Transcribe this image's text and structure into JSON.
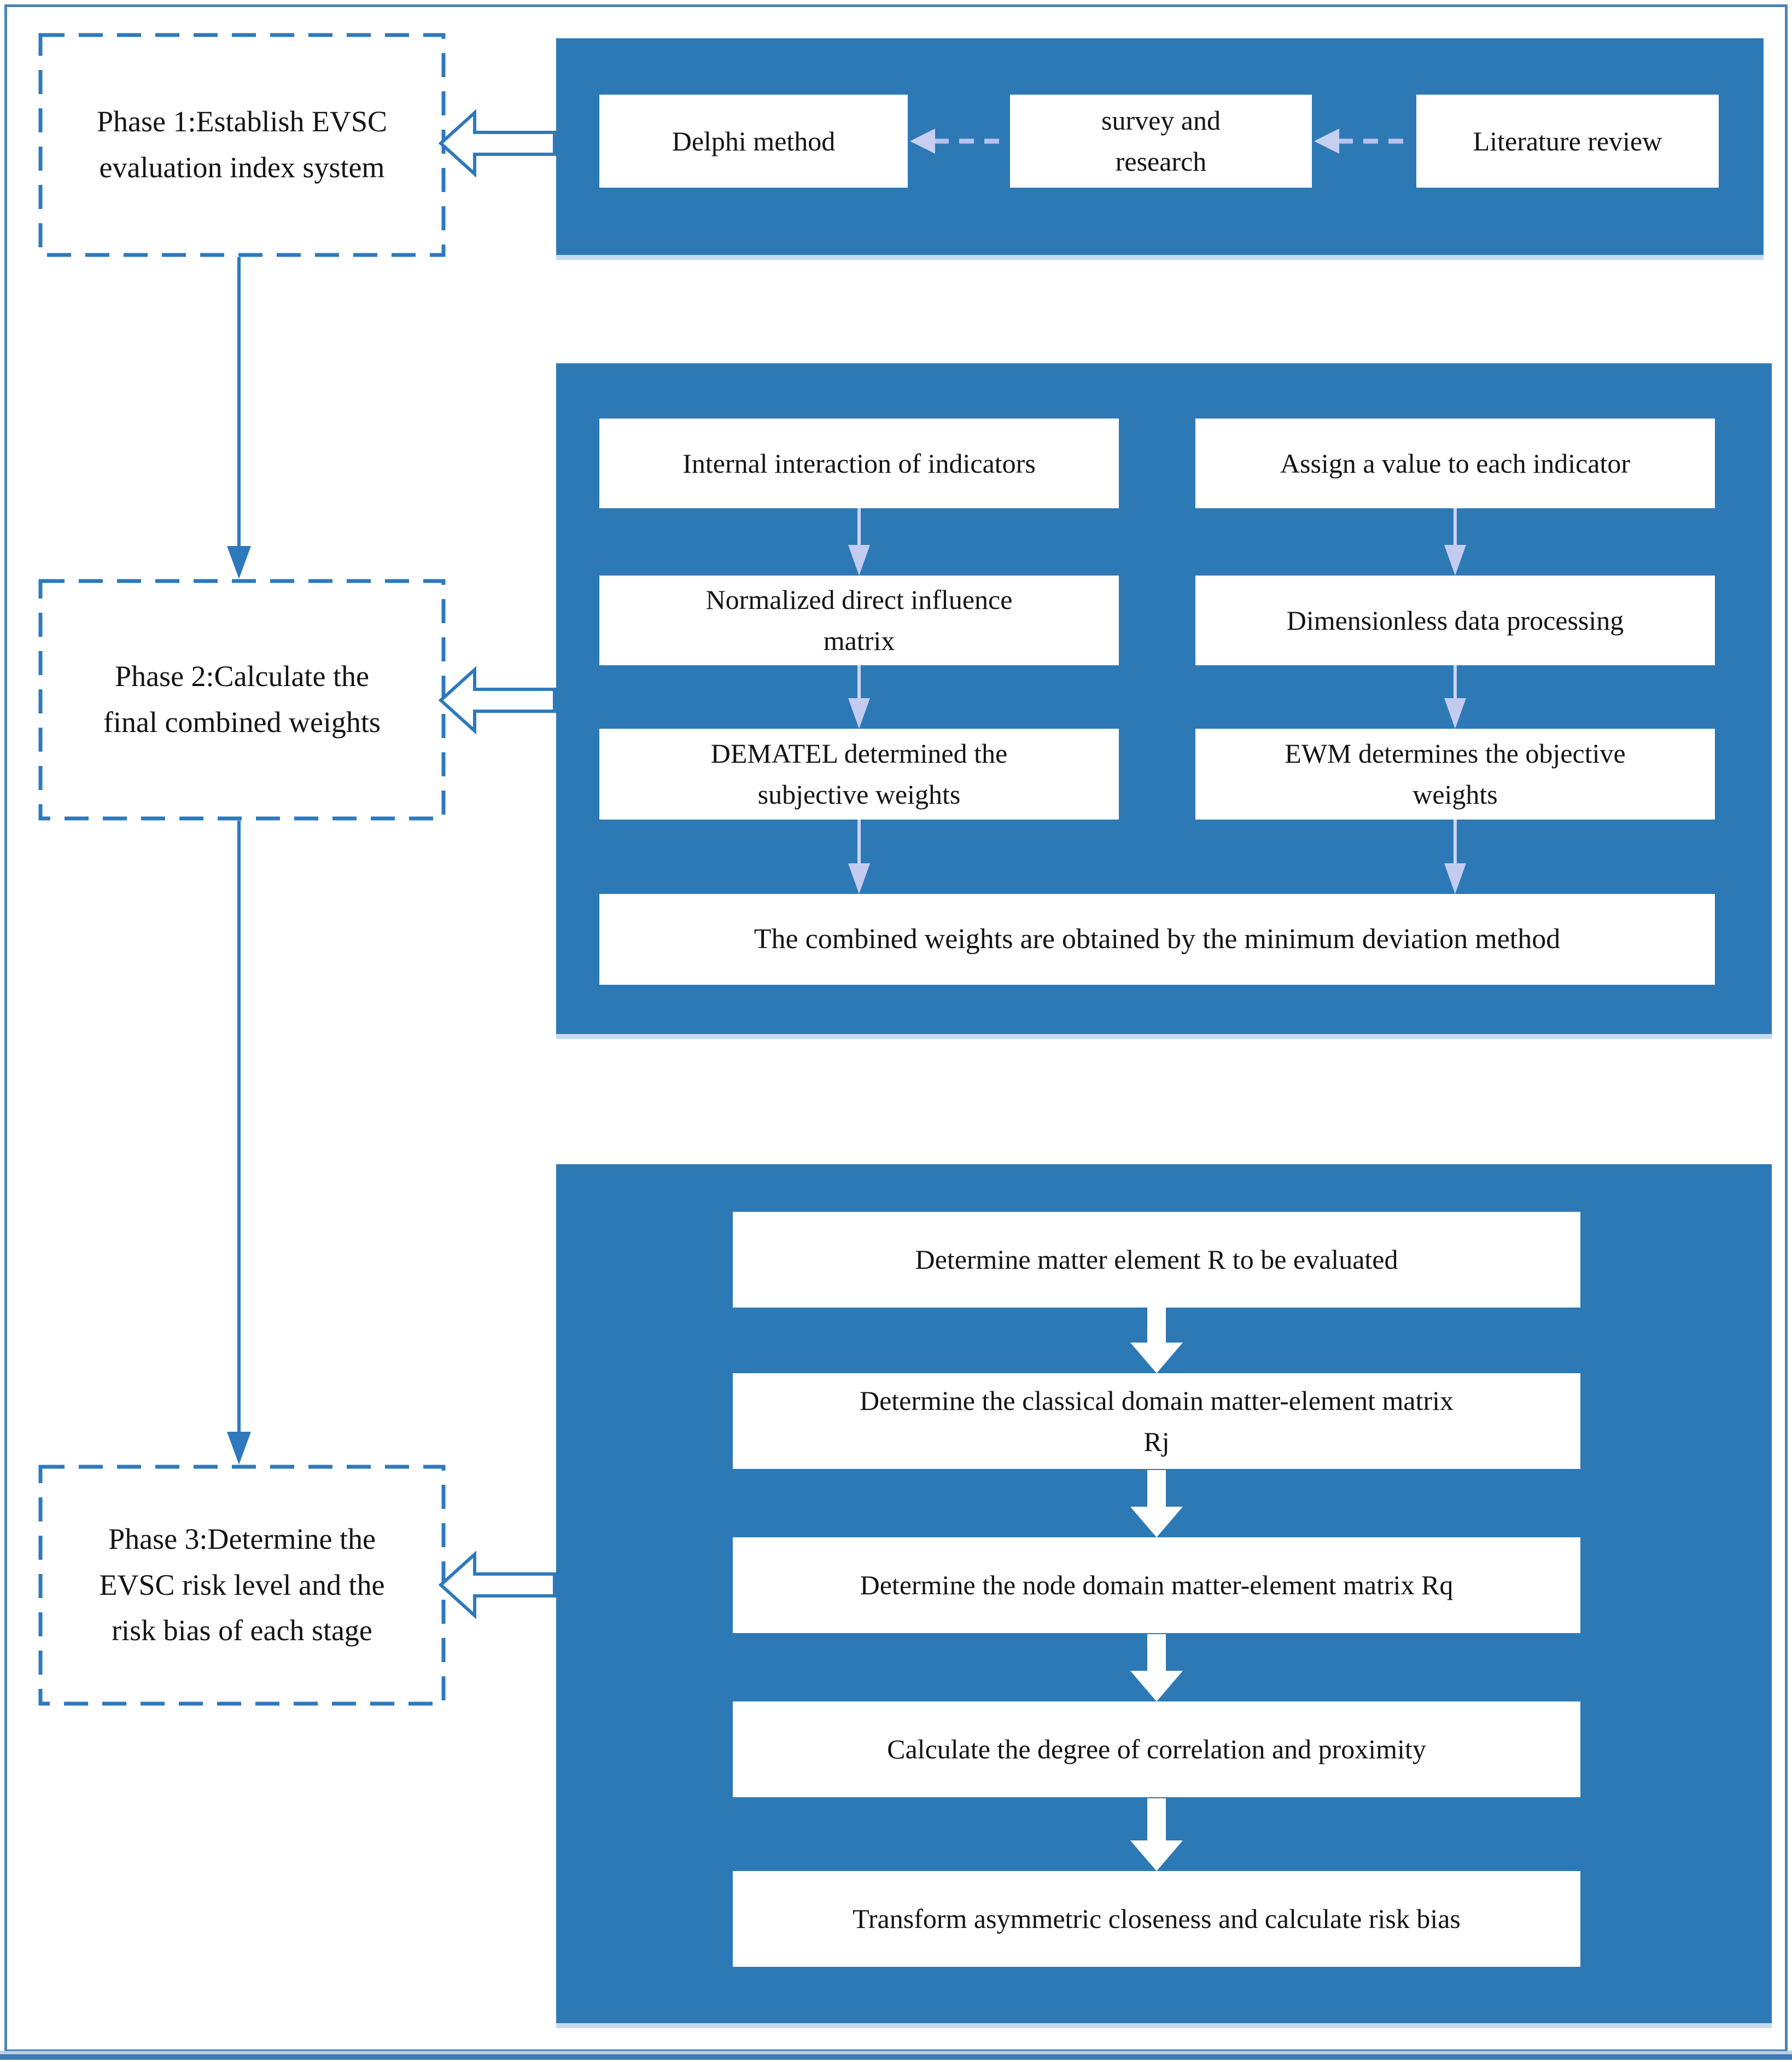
{
  "colors": {
    "panel_blue": "#2d79b5",
    "line_blue": "#2e79bd",
    "frame_blue": "#4c84b8",
    "lavender_fill": "#c3ccf0",
    "lavender_line": "#ccd4f4",
    "text_black": "#141414"
  },
  "phases": [
    {
      "label": "Phase 1:Establish EVSC\nevaluation index system"
    },
    {
      "label": "Phase 2:Calculate the\nfinal combined weights"
    },
    {
      "label": "Phase 3:Determine the\nEVSC risk level and the\nrisk bias of each stage"
    }
  ],
  "panel1": {
    "boxes": [
      {
        "label": "Delphi method"
      },
      {
        "label": "survey and\nresearch"
      },
      {
        "label": "Literature review"
      }
    ]
  },
  "panel2": {
    "left_column": [
      {
        "label": "Internal interaction of indicators"
      },
      {
        "label": "Normalized direct influence\nmatrix"
      },
      {
        "label": "DEMATEL determined the\nsubjective weights"
      }
    ],
    "right_column": [
      {
        "label": "Assign a value to each indicator"
      },
      {
        "label": "Dimensionless data processing"
      },
      {
        "label": "EWM determines the objective\nweights"
      }
    ],
    "combined": {
      "label": "The combined weights are obtained by the minimum deviation method"
    }
  },
  "panel3": {
    "steps": [
      {
        "label": "Determine matter element R to be evaluated"
      },
      {
        "label": "Determine the classical domain matter-element matrix\nRj"
      },
      {
        "label": "Determine the node domain matter-element matrix Rq"
      },
      {
        "label": "Calculate the degree of correlation and proximity"
      },
      {
        "label": "Transform asymmetric closeness and calculate risk bias"
      }
    ]
  }
}
